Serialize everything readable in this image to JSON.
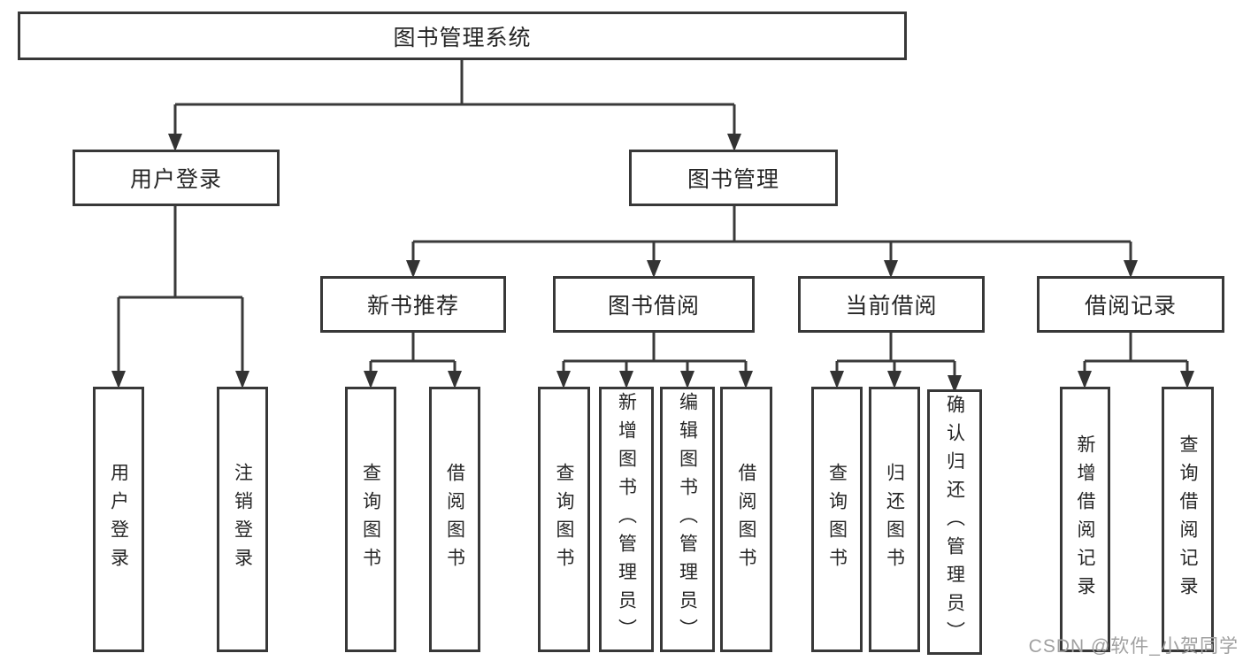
{
  "tree": {
    "root": {
      "label": "图书管理系统"
    },
    "left_branch": {
      "label": "用户登录",
      "leaves": [
        "用户登录",
        "注销登录"
      ]
    },
    "right_branch": {
      "label": "图书管理",
      "groups": [
        {
          "label": "新书推荐",
          "leaves": [
            "查询图书",
            "借阅图书"
          ]
        },
        {
          "label": "图书借阅",
          "leaves": [
            "查询图书",
            "新增图书（管理员）",
            "编辑图书（管理员）",
            "借阅图书"
          ]
        },
        {
          "label": "当前借阅",
          "leaves": [
            "查询图书",
            "归还图书",
            "确认归还（管理员）"
          ]
        },
        {
          "label": "借阅记录",
          "leaves": [
            "新增借阅记录",
            "查询借阅记录"
          ]
        }
      ]
    }
  },
  "watermark": "CSDN @软件_小贺同学",
  "colors": {
    "line": "#3a3a3a",
    "box_border": "#383838",
    "text": "#262626",
    "watermark": "#a0a0a0",
    "background": "#ffffff"
  }
}
